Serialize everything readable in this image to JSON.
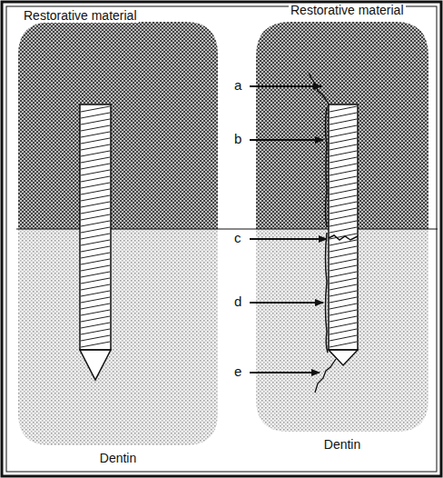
{
  "diagram": {
    "labels": [
      "Restorative material",
      "Restorative material",
      "a",
      "b",
      "c",
      "d",
      "e",
      "Dentin",
      "Dentin"
    ]
  }
}
